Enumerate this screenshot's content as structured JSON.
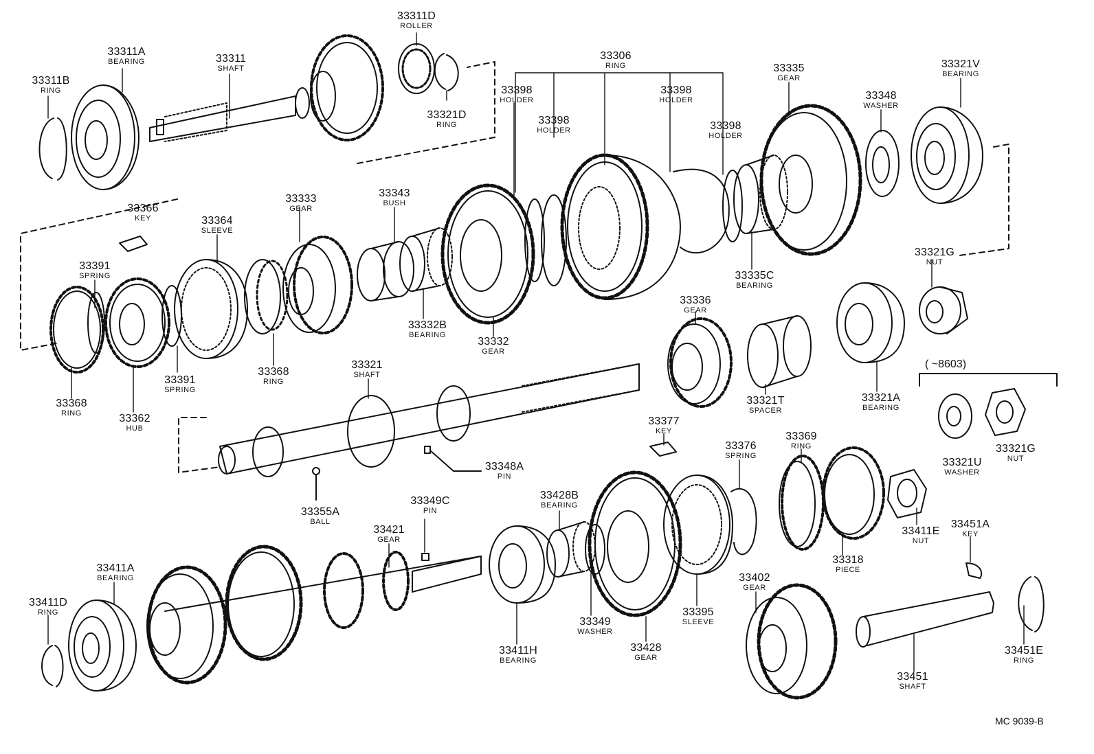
{
  "diagram": {
    "code": "MC 9039-B",
    "note": "(      ~8603)",
    "parts": [
      {
        "id": "33311D",
        "num": "33311D",
        "name": "ROLLER"
      },
      {
        "id": "33311A",
        "num": "33311A",
        "name": "BEARING"
      },
      {
        "id": "33311",
        "num": "33311",
        "name": "SHAFT"
      },
      {
        "id": "33311B",
        "num": "33311B",
        "name": "RING"
      },
      {
        "id": "33321D",
        "num": "33321D",
        "name": "RING"
      },
      {
        "id": "33306",
        "num": "33306",
        "name": "RING"
      },
      {
        "id": "33398a",
        "num": "33398",
        "name": "HOLDER"
      },
      {
        "id": "33398b",
        "num": "33398",
        "name": "HOLDER"
      },
      {
        "id": "33398c",
        "num": "33398",
        "name": "HOLDER"
      },
      {
        "id": "33398d",
        "num": "33398",
        "name": "HOLDER"
      },
      {
        "id": "33335",
        "num": "33335",
        "name": "GEAR"
      },
      {
        "id": "33321V",
        "num": "33321V",
        "name": "BEARING"
      },
      {
        "id": "33348",
        "num": "33348",
        "name": "WASHER"
      },
      {
        "id": "33366",
        "num": "33366",
        "name": "KEY"
      },
      {
        "id": "33333",
        "num": "33333",
        "name": "GEAR"
      },
      {
        "id": "33343",
        "num": "33343",
        "name": "BUSH"
      },
      {
        "id": "33364",
        "num": "33364",
        "name": "SLEEVE"
      },
      {
        "id": "33391a",
        "num": "33391",
        "name": "SPRING"
      },
      {
        "id": "33391b",
        "num": "33391",
        "name": "SPRING"
      },
      {
        "id": "33335C",
        "num": "33335C",
        "name": "BEARING"
      },
      {
        "id": "33321G",
        "num": "33321G",
        "name": "NUT"
      },
      {
        "id": "33332B",
        "num": "33332B",
        "name": "BEARING"
      },
      {
        "id": "33332",
        "num": "33332",
        "name": "GEAR"
      },
      {
        "id": "33368a",
        "num": "33368",
        "name": "RING"
      },
      {
        "id": "33368b",
        "num": "33368",
        "name": "RING"
      },
      {
        "id": "33362",
        "num": "33362",
        "name": "HUB"
      },
      {
        "id": "33336",
        "num": "33336",
        "name": "GEAR"
      },
      {
        "id": "33321",
        "num": "33321",
        "name": "SHAFT"
      },
      {
        "id": "33321T",
        "num": "33321T",
        "name": "SPACER"
      },
      {
        "id": "33321A",
        "num": "33321A",
        "name": "BEARING"
      },
      {
        "id": "33377",
        "num": "33377",
        "name": "KEY"
      },
      {
        "id": "33348A",
        "num": "33348A",
        "name": "PIN"
      },
      {
        "id": "33376",
        "num": "33376",
        "name": "SPRING"
      },
      {
        "id": "33369",
        "num": "33369",
        "name": "RING"
      },
      {
        "id": "33321U",
        "num": "33321U",
        "name": "WASHER"
      },
      {
        "id": "33321G2",
        "num": "33321G",
        "name": "NUT"
      },
      {
        "id": "33355A",
        "num": "33355A",
        "name": "BALL"
      },
      {
        "id": "33349C",
        "num": "33349C",
        "name": "PIN"
      },
      {
        "id": "33428B",
        "num": "33428B",
        "name": "BEARING"
      },
      {
        "id": "33421",
        "num": "33421",
        "name": "GEAR"
      },
      {
        "id": "33411E",
        "num": "33411E",
        "name": "NUT"
      },
      {
        "id": "33451A",
        "num": "33451A",
        "name": "KEY"
      },
      {
        "id": "33318",
        "num": "33318",
        "name": "PIECE"
      },
      {
        "id": "33411A",
        "num": "33411A",
        "name": "BEARING"
      },
      {
        "id": "33411D",
        "num": "33411D",
        "name": "RING"
      },
      {
        "id": "33402",
        "num": "33402",
        "name": "GEAR"
      },
      {
        "id": "33349",
        "num": "33349",
        "name": "WASHER"
      },
      {
        "id": "33395",
        "num": "33395",
        "name": "SLEEVE"
      },
      {
        "id": "33428",
        "num": "33428",
        "name": "GEAR"
      },
      {
        "id": "33411H",
        "num": "33411H",
        "name": "BEARING"
      },
      {
        "id": "33451E",
        "num": "33451E",
        "name": "RING"
      },
      {
        "id": "33451",
        "num": "33451",
        "name": "SHAFT"
      }
    ]
  }
}
